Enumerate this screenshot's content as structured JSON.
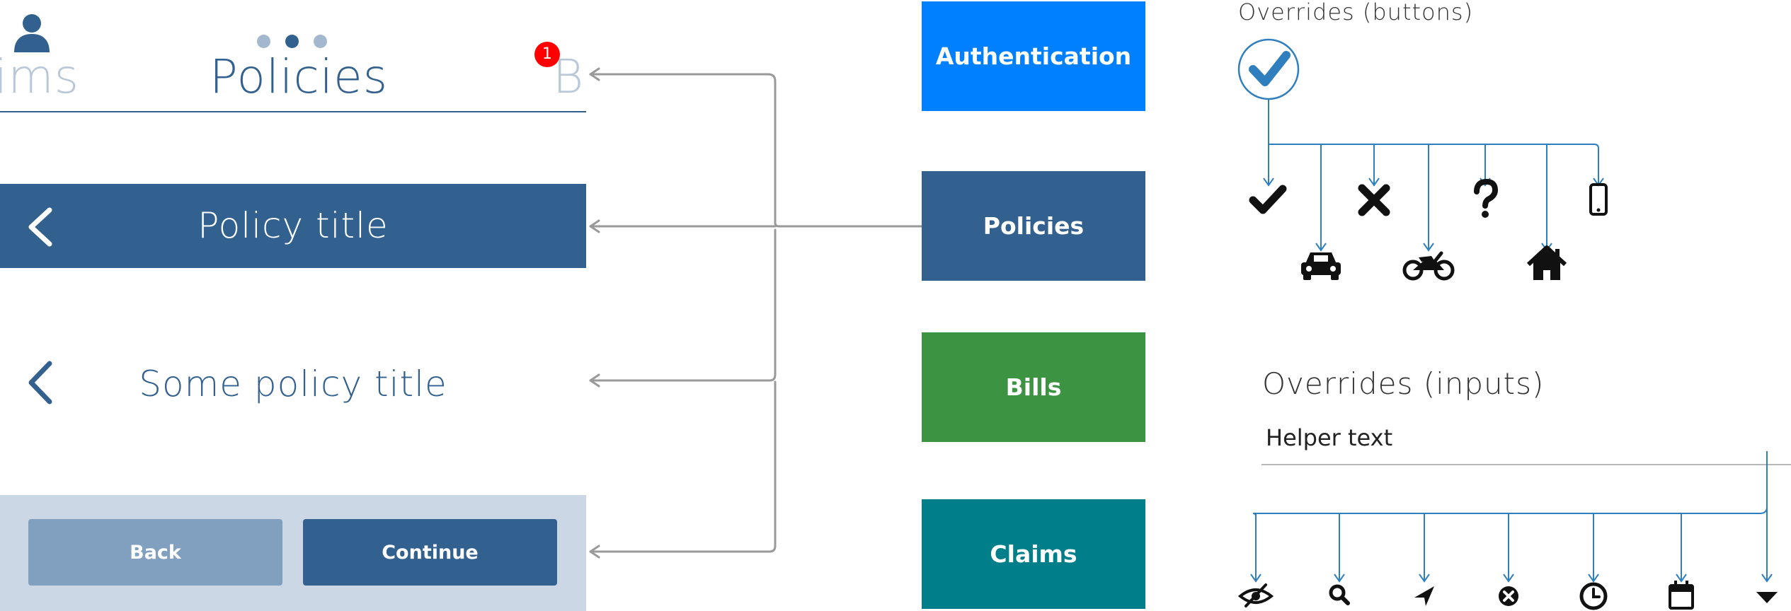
{
  "phone": {
    "tabs": [
      {
        "label": "ims",
        "state": "faded"
      },
      {
        "label": "Policies",
        "state": "active"
      },
      {
        "label": "B",
        "state": "faded"
      }
    ],
    "badge_count": "1",
    "title_bar": {
      "title": "Policy title"
    },
    "plain_title": {
      "title": "Some policy title"
    },
    "footer": {
      "back_label": "Back",
      "continue_label": "Continue"
    }
  },
  "blocks": [
    {
      "label": "Authentication",
      "color": "#0080ff"
    },
    {
      "label": "Policies",
      "color": "#33618f"
    },
    {
      "label": "Bills",
      "color": "#3c9342"
    },
    {
      "label": "Claims",
      "color": "#007f8a"
    }
  ],
  "overrides_buttons": {
    "title": "Overrides (buttons)",
    "source_icon": "check-circle-icon",
    "icons": [
      "check-icon",
      "car-icon",
      "close-icon",
      "motorcycle-icon",
      "question-icon",
      "home-icon",
      "mobile-icon"
    ]
  },
  "overrides_inputs": {
    "title": "Overrides (inputs)",
    "helper_text": "Helper text",
    "icons": [
      "eye-slash-icon",
      "search-icon",
      "location-arrow-icon",
      "clear-circle-icon",
      "clock-icon",
      "calendar-icon",
      "caret-down-icon"
    ]
  },
  "colors": {
    "primary": "#33618f",
    "connector": "#999999",
    "override_line": "#2f7fbf"
  }
}
